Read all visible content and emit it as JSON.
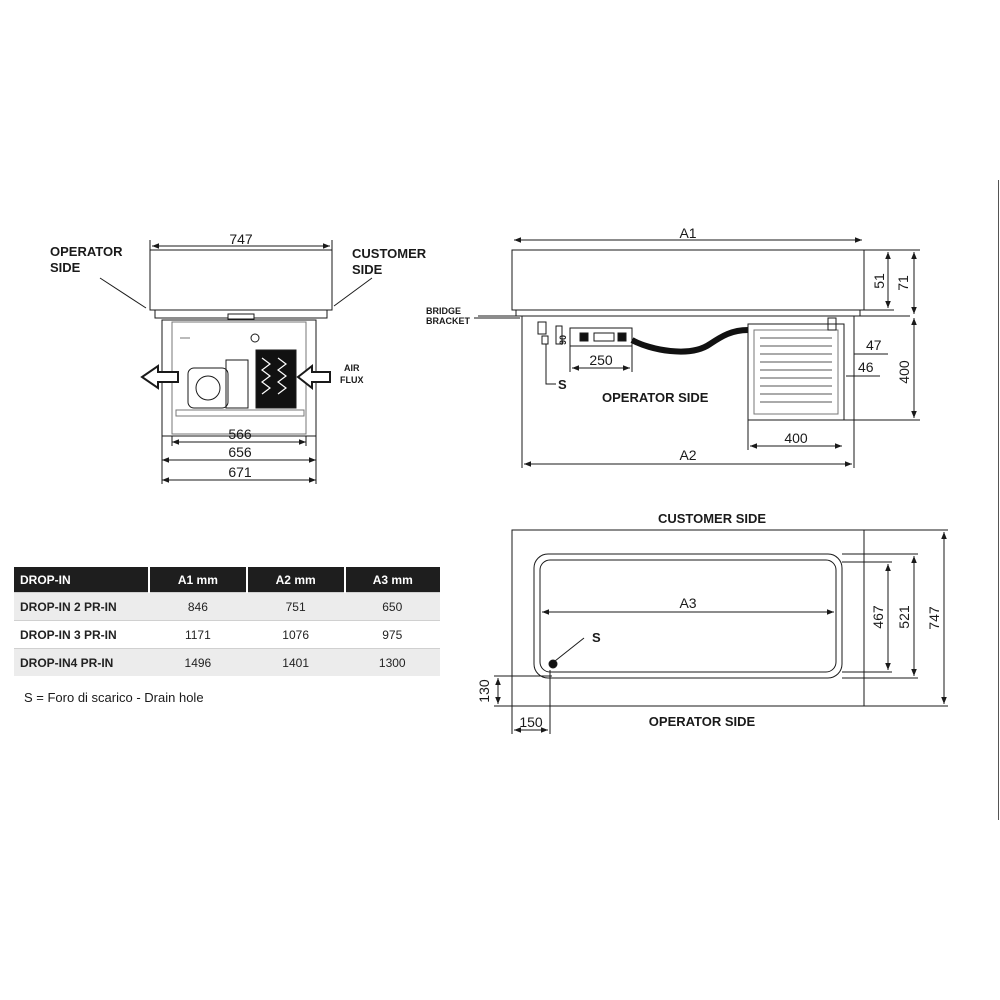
{
  "front_view": {
    "operator_side": [
      "OPERATOR",
      "SIDE"
    ],
    "customer_side": [
      "CUSTOMER",
      "SIDE"
    ],
    "air_flux": [
      "AIR",
      "FLUX"
    ],
    "dim_top": "747",
    "dim_566": "566",
    "dim_656": "656",
    "dim_671": "671"
  },
  "side_view": {
    "a1": "A1",
    "a2": "A2",
    "bridge_bracket": [
      "BRIDGE",
      "BRACKET"
    ],
    "dim_51": "51",
    "dim_71": "71",
    "dim_47": "47",
    "dim_46": "46",
    "dim_400_v": "400",
    "dim_400_h": "400",
    "dim_250": "250",
    "dim_90": "90",
    "s_label": "S",
    "operator_side": "OPERATOR SIDE"
  },
  "top_view": {
    "customer_side": "CUSTOMER SIDE",
    "operator_side": "OPERATOR SIDE",
    "a3": "A3",
    "s_label": "S",
    "dim_467": "467",
    "dim_521": "521",
    "dim_747": "747",
    "dim_130": "130",
    "dim_150": "150"
  },
  "table": {
    "headers": [
      "DROP-IN",
      "A1 mm",
      "A2 mm",
      "A3 mm"
    ],
    "rows": [
      [
        "DROP-IN 2 PR-IN",
        "846",
        "751",
        "650"
      ],
      [
        "DROP-IN 3 PR-IN",
        "1171",
        "1076",
        "975"
      ],
      [
        "DROP-IN4 PR-IN",
        "1496",
        "1401",
        "1300"
      ]
    ]
  },
  "note": "S = Foro di scarico - Drain hole"
}
